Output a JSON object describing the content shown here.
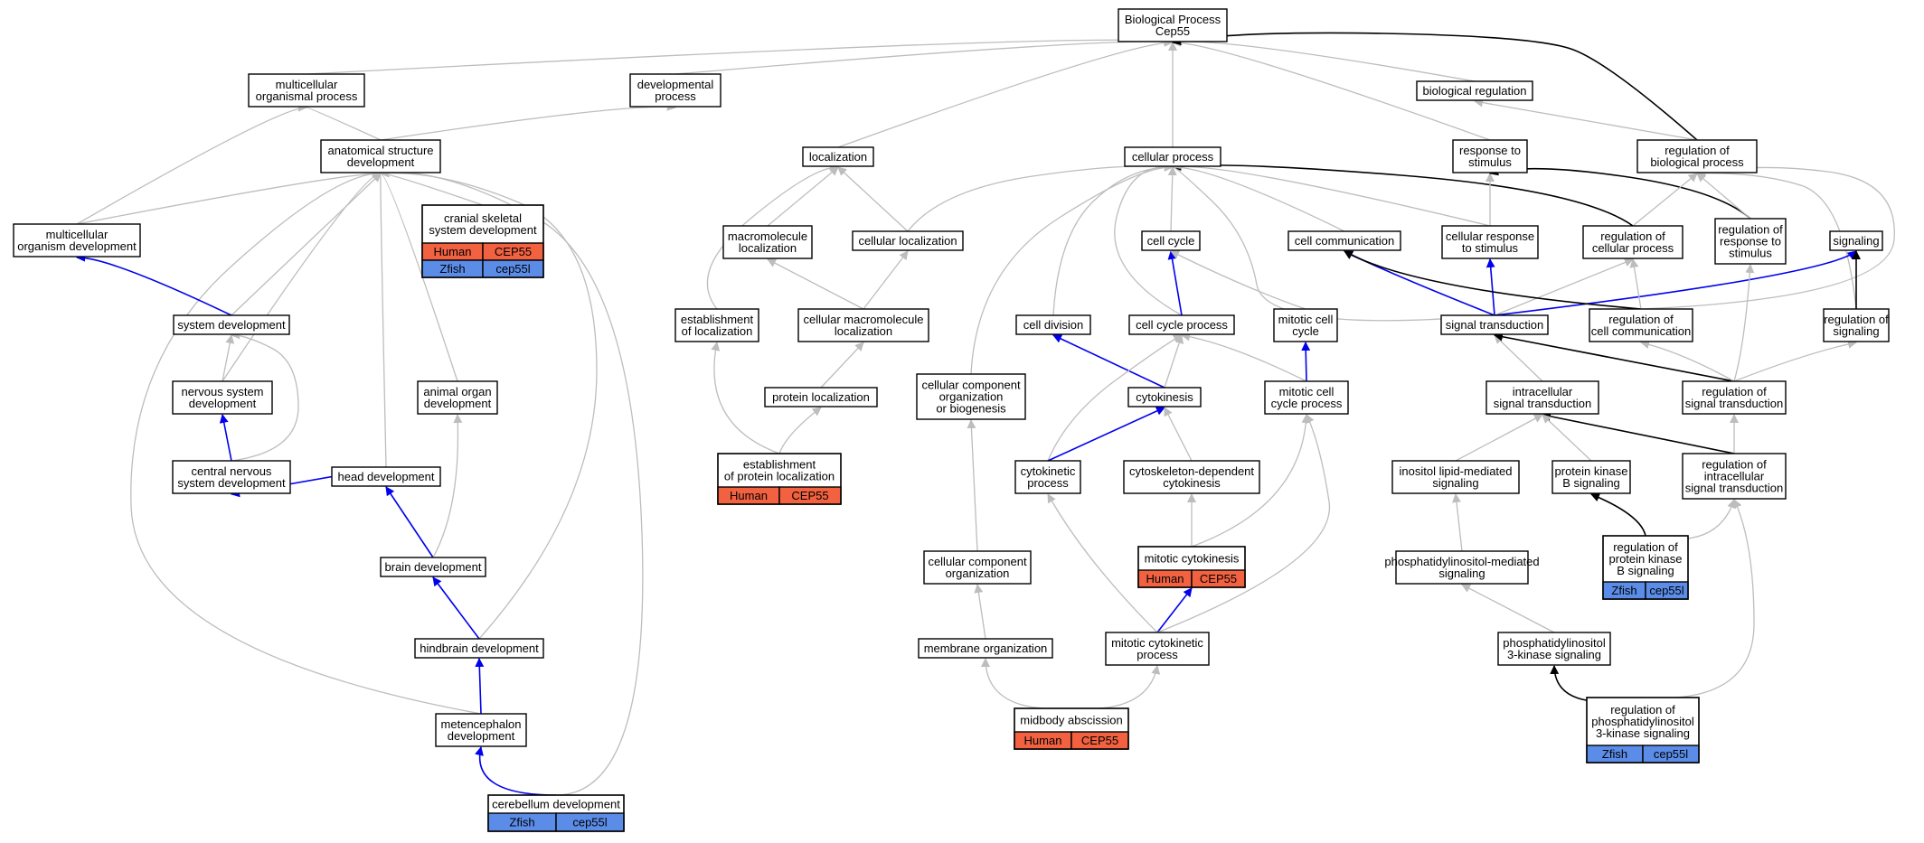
{
  "colors": {
    "grey_edge": "#bdbdbd",
    "blue_edge": "#0000ee",
    "black_edge": "#000000",
    "human": "#f26140",
    "zfish": "#5b8ce8"
  },
  "nodes": {
    "bp": [
      "Biological Process",
      "Cep55"
    ],
    "mop": [
      "multicellular",
      "organismal process"
    ],
    "dev": [
      "developmental",
      "process"
    ],
    "bio_reg": [
      "biological regulation"
    ],
    "asd": [
      "anatomical structure",
      "development"
    ],
    "loc": [
      "localization"
    ],
    "cellproc": [
      "cellular process"
    ],
    "resp": [
      "response to",
      "stimulus"
    ],
    "regbio": [
      "regulation of",
      "biological process"
    ],
    "mod": [
      "multicellular",
      "organism development"
    ],
    "csk": [
      "cranial skeletal",
      "system development"
    ],
    "macloc": [
      "macromolecule",
      "localization"
    ],
    "cellloc": [
      "cellular localization"
    ],
    "cellcycle": [
      "cell cycle"
    ],
    "cellcomm": [
      "cell communication"
    ],
    "cellresp": [
      "cellular response",
      "to stimulus"
    ],
    "regcell": [
      "regulation of",
      "cellular process"
    ],
    "regresp": [
      "regulation of",
      "response to",
      "stimulus"
    ],
    "signaling": [
      "signaling"
    ],
    "sysdev": [
      "system development"
    ],
    "estloc": [
      "establishment",
      "of localization"
    ],
    "cmacloc": [
      "cellular macromolecule",
      "localization"
    ],
    "celldiv": [
      "cell division"
    ],
    "ccp": [
      "cell cycle process"
    ],
    "mitcc": [
      "mitotic cell",
      "cycle"
    ],
    "sigtrans": [
      "signal transduction"
    ],
    "regcellcomm": [
      "regulation of",
      "cell communication"
    ],
    "regsig": [
      "regulation of",
      "signaling"
    ],
    "nsd": [
      "nervous system",
      "development"
    ],
    "aod": [
      "animal organ",
      "development"
    ],
    "protloc": [
      "protein localization"
    ],
    "ccoob": [
      "cellular component",
      "organization",
      "or biogenesis"
    ],
    "cytokinesis": [
      "cytokinesis"
    ],
    "mccp": [
      "mitotic cell",
      "cycle process"
    ],
    "intra": [
      "intracellular",
      "signal transduction"
    ],
    "regsigtrans": [
      "regulation of",
      "signal transduction"
    ],
    "cnsd": [
      "central nervous",
      "system development"
    ],
    "headdev": [
      "head development"
    ],
    "estprot": [
      "establishment",
      "of protein localization"
    ],
    "cytproc": [
      "cytokinetic",
      "process"
    ],
    "cdc": [
      "cytoskeleton-dependent",
      "cytokinesis"
    ],
    "inositol": [
      "inositol lipid-mediated",
      "signaling"
    ],
    "pkb": [
      "protein kinase",
      "B signaling"
    ],
    "regintra": [
      "regulation of",
      "intracellular",
      "signal transduction"
    ],
    "brain": [
      "brain development"
    ],
    "cco": [
      "cellular component",
      "organization"
    ],
    "mitcyt": [
      "mitotic cytokinesis"
    ],
    "pims": [
      "phosphatidylinositol-mediated",
      "signaling"
    ],
    "regpkb": [
      "regulation of",
      "protein kinase",
      "B signaling"
    ],
    "hind": [
      "hindbrain development"
    ],
    "memorg": [
      "membrane organization"
    ],
    "mcp": [
      "mitotic cytokinetic",
      "process"
    ],
    "pi3k": [
      "phosphatidylinositol",
      "3-kinase signaling"
    ],
    "metdev": [
      "metencephalon",
      "development"
    ],
    "midbody": [
      "midbody abscission"
    ],
    "regpi3k": [
      "regulation of",
      "phosphatidylinositol",
      "3-kinase signaling"
    ],
    "cereb": [
      "cerebellum development"
    ]
  },
  "annotations": {
    "csk": {
      "species": "Human",
      "gene": "CEP55",
      "species2": "Zfish",
      "gene2": "cep55l"
    },
    "estprot": {
      "species": "Human",
      "gene": "CEP55"
    },
    "mitcyt": {
      "species": "Human",
      "gene": "CEP55"
    },
    "regpkb": {
      "species": "Zfish",
      "gene": "cep55l"
    },
    "midbody": {
      "species": "Human",
      "gene": "CEP55"
    },
    "regpi3k": {
      "species": "Zfish",
      "gene": "cep55l"
    },
    "cereb": {
      "species": "Zfish",
      "gene": "cep55l"
    }
  }
}
